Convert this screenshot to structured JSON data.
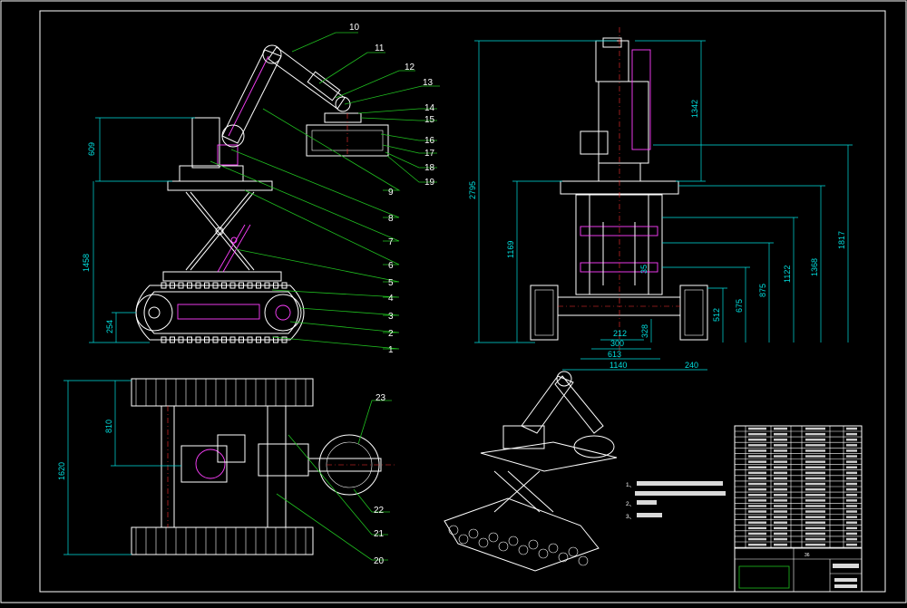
{
  "drawing": {
    "colors": {
      "background": "#000000",
      "outline": "#ffffff",
      "leader": "#20c020",
      "dimension": "#00e0e0",
      "hidden": "#ff40ff",
      "center": "#ff3030"
    },
    "balloons": [
      "1",
      "2",
      "3",
      "4",
      "5",
      "6",
      "7",
      "8",
      "9",
      "10",
      "11",
      "12",
      "13",
      "14",
      "15",
      "16",
      "17",
      "18",
      "19",
      "20",
      "21",
      "22",
      "23"
    ],
    "dims_side": [
      "609",
      "1458",
      "254"
    ],
    "dims_front": [
      "1342",
      "2795",
      "1817",
      "1368",
      "1122",
      "1169",
      "875",
      "675",
      "512",
      "328",
      "35",
      "212",
      "300",
      "613",
      "1140",
      "240"
    ],
    "dims_top": [
      "810",
      "1620"
    ],
    "notes": [
      "1、",
      "2、",
      "3、"
    ],
    "title_block": {
      "sheet_no": "36"
    }
  }
}
